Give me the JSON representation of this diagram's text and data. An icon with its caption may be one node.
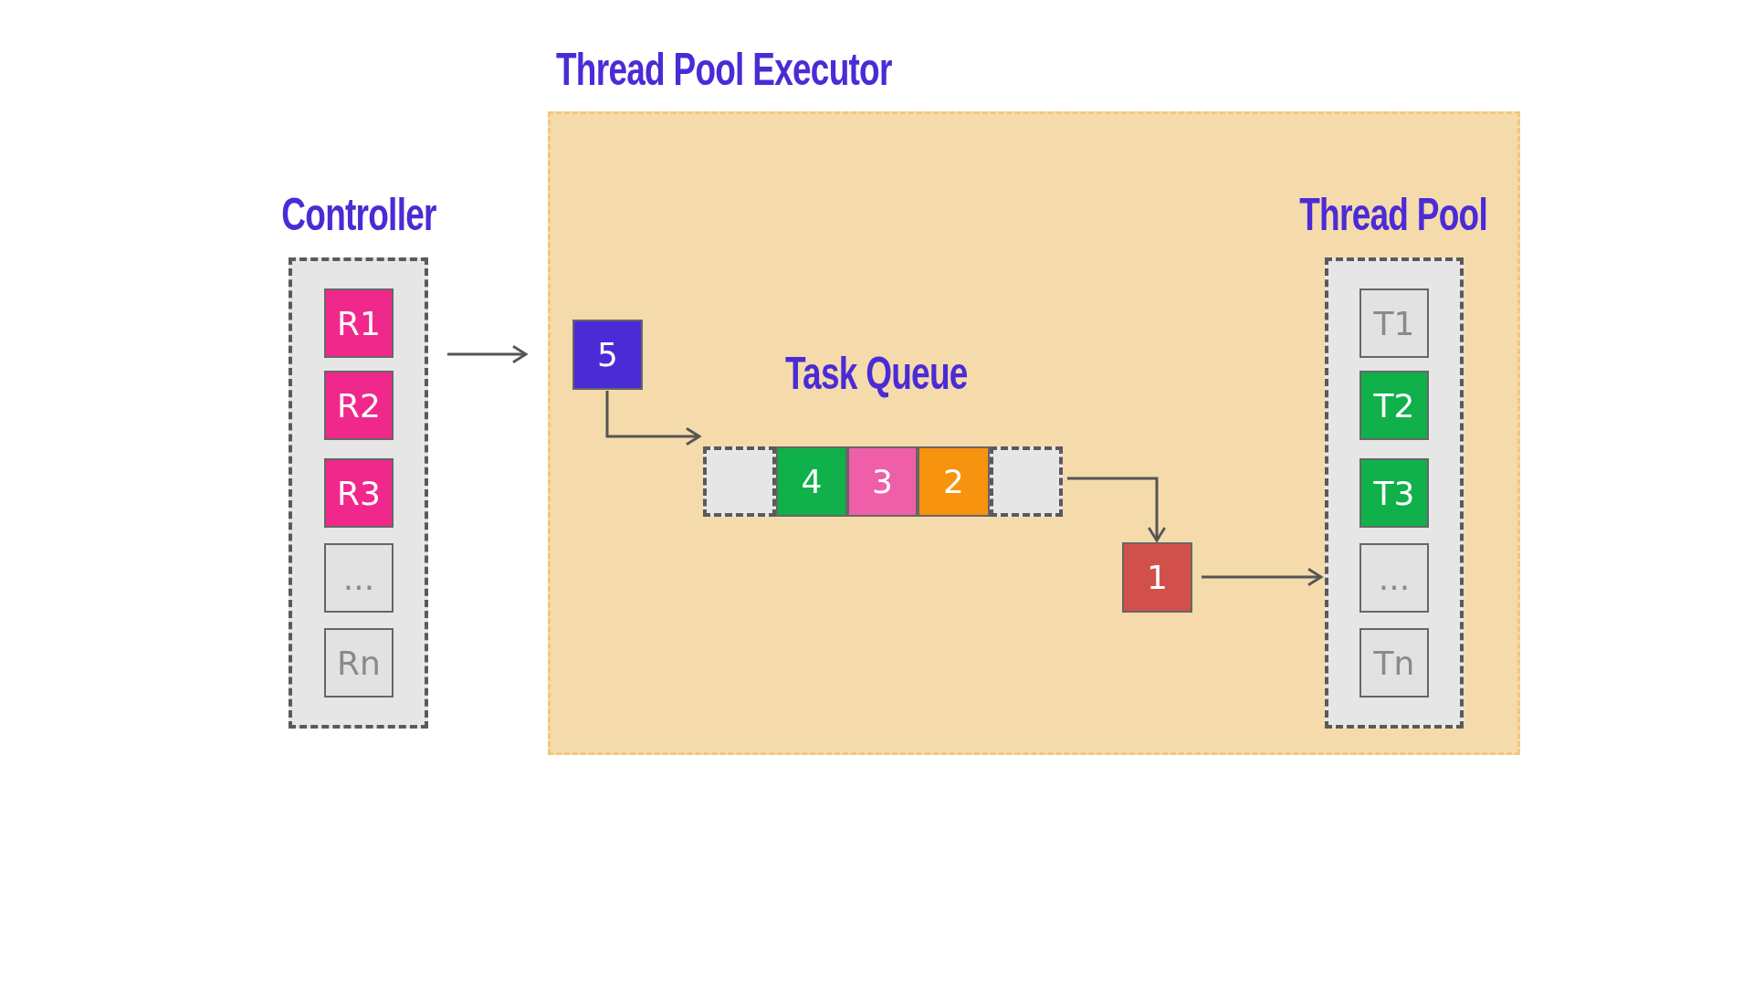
{
  "diagram": {
    "nodes": [
      {
        "text": [
          "Thread Pool Executor"
        ]
      },
      {
        "text": [
          "Controller"
        ]
      },
      {
        "text": [
          "R1"
        ],
        "in": 1
      },
      {
        "text": [
          "R2"
        ],
        "in": 1
      },
      {
        "text": [
          "R3"
        ],
        "in": 1
      },
      {
        "text": [
          "..."
        ],
        "in": 1
      },
      {
        "text": [
          "Rn"
        ],
        "in": 1
      },
      {
        "text": [
          "5"
        ],
        "in": 0
      },
      {
        "text": [],
        "shape": "box",
        "in": 0
      },
      {
        "text": [
          "4"
        ],
        "in": 0
      },
      {
        "text": [
          "3"
        ],
        "in": 0
      },
      {
        "text": [
          "2"
        ],
        "in": 0
      },
      {
        "text": [],
        "shape": "box",
        "in": 0
      },
      {
        "text": [
          "1"
        ],
        "in": 0
      },
      {
        "text": [
          "Thread Pool"
        ],
        "in": 0
      },
      {
        "text": [
          "T1"
        ],
        "in": 14
      },
      {
        "text": [
          "T2"
        ],
        "in": 14
      },
      {
        "text": [
          "T3"
        ],
        "in": 14
      },
      {
        "text": [
          "..."
        ],
        "in": 14
      },
      {
        "text": [
          "Tn"
        ],
        "in": 14
      }
    ],
    "edges": [
      {
        "from": 1,
        "to": 0,
        "arrow": "to"
      },
      {
        "from": 7,
        "to": 8,
        "arrow": "to"
      },
      {
        "from": 12,
        "to": 13,
        "arrow": "to"
      },
      {
        "from": 13,
        "to": 14,
        "arrow": "to"
      }
    ],
    "labels": [
      "Task Queue"
    ]
  }
}
